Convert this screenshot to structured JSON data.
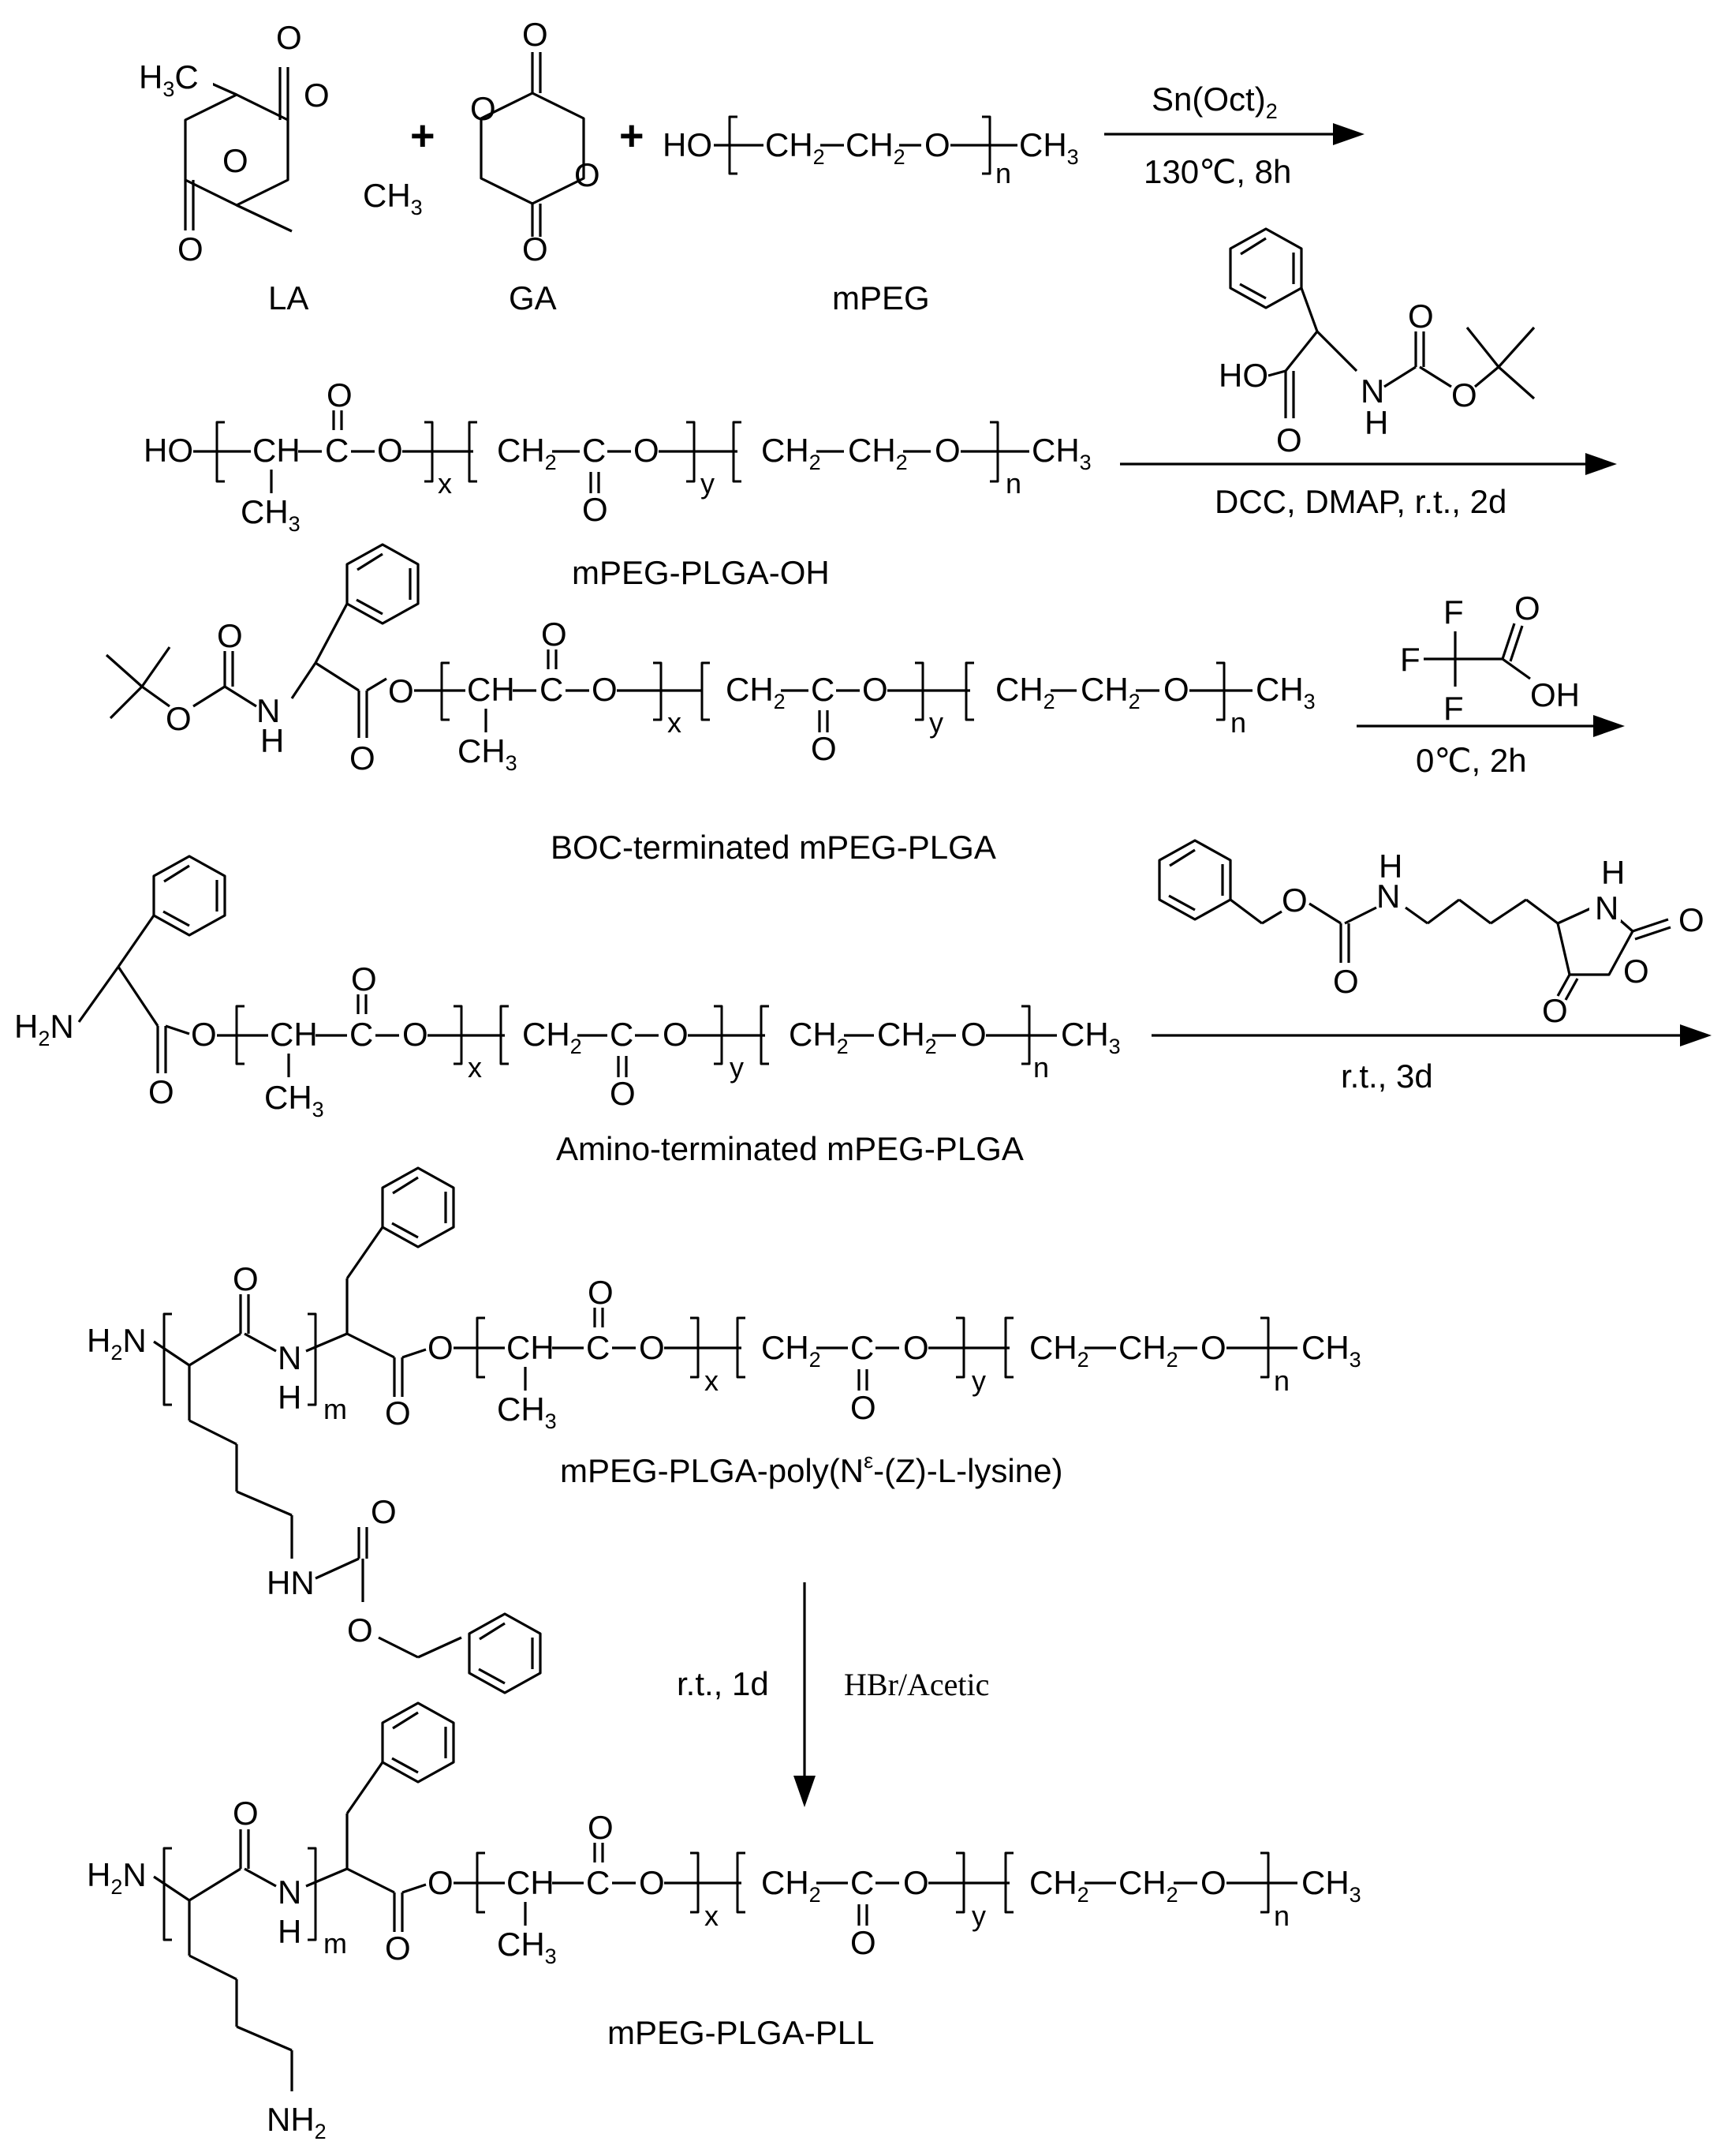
{
  "scheme": {
    "step1": {
      "lactide": {
        "name": "LA",
        "ch3": "H",
        "ch3_sub": "3",
        "ch3_c": "C",
        "ch3b": "CH",
        "ch3b_sub": "3",
        "o": "O"
      },
      "glycolide": {
        "name": "GA",
        "o": "O"
      },
      "plus": "+",
      "mpeg": {
        "name": "mPEG",
        "ho": "HO",
        "ch2": "CH",
        "ch2_sub": "2",
        "o": "O",
        "ch3": "CH",
        "ch3_sub": "3",
        "n": "n"
      },
      "catalyst": "Sn(Oct)",
      "catalyst_sub": "2",
      "conditions": "130℃, 8h"
    },
    "step2": {
      "product": "mPEG-PLGA-OH",
      "ho": "HO",
      "ch": "CH",
      "c": "C",
      "o": "O",
      "ch2": "CH",
      "ch2_sub": "2",
      "ch3": "CH",
      "ch3_sub": "3",
      "x": "x",
      "y": "y",
      "n": "n",
      "reagent": {
        "ho": "HO",
        "o": "O",
        "n": "N",
        "h": "H"
      },
      "conditions": "DCC, DMAP, r.t., 2d"
    },
    "step3": {
      "product": "BOC-terminated mPEG-PLGA",
      "reagent": {
        "f": "F",
        "o": "O",
        "oh": "OH"
      },
      "conditions": "0℃, 2h"
    },
    "step4": {
      "product": "Amino-terminated mPEG-PLGA",
      "h2n": "H",
      "h2n_sub": "2",
      "h2n_n": "N",
      "reagent": {
        "o": "O",
        "n": "N",
        "h": "H"
      },
      "conditions": "r.t., 3d"
    },
    "step5": {
      "product_pre": "mPEG-PLGA-poly(N",
      "product_sup": "ε",
      "product_post": "-(Z)-L-lysine)",
      "m": "m",
      "hn": "HN"
    },
    "step6": {
      "product": "mPEG-PLGA-PLL",
      "conditions_left": "r.t., 1d",
      "conditions_right": "HBr/Acetic",
      "nh2": "NH",
      "nh2_sub": "2"
    }
  }
}
